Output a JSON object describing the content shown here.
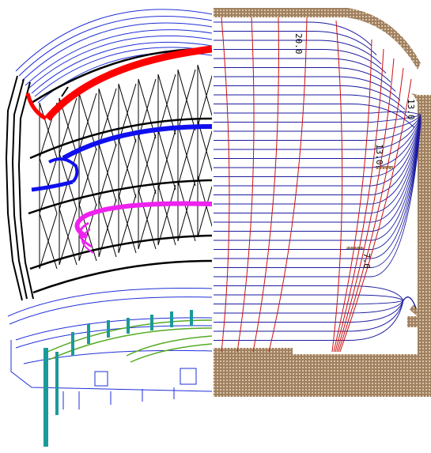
{
  "left_figure": {
    "colors": {
      "outer_ring": "#1f2fd8",
      "frame": "#000000",
      "top_beam_coil": "#ff0000",
      "mid_coil": "#1010ee",
      "lower_coil": "#ee22ee",
      "base_plate": "#1a9a9a",
      "base_ring": "#55aa22"
    }
  },
  "right_figure": {
    "colors": {
      "field_lines": "#1a1aa0",
      "flux_lines": "#cc1111",
      "boundary": "#a08060",
      "background": "#ffffff"
    },
    "contour_labels": [
      "20.0",
      "13.0",
      "13.0",
      "7.0"
    ]
  }
}
